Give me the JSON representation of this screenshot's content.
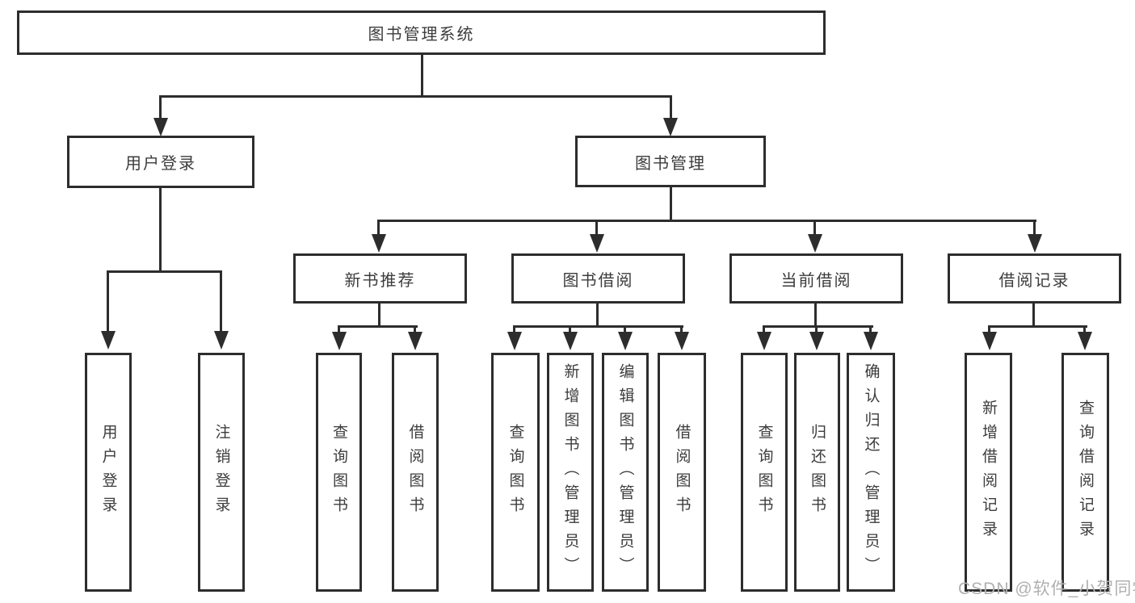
{
  "nodes": {
    "root": {
      "label": "图书管理系统"
    },
    "level2": [
      {
        "label": "用户登录",
        "parent": "图书管理系统"
      },
      {
        "label": "图书管理",
        "parent": "图书管理系统"
      }
    ],
    "level3": [
      {
        "label": "新书推荐",
        "parent": "图书管理"
      },
      {
        "label": "图书借阅",
        "parent": "图书管理"
      },
      {
        "label": "当前借阅",
        "parent": "图书管理"
      },
      {
        "label": "借阅记录",
        "parent": "图书管理"
      }
    ],
    "leaves": [
      {
        "label": "用户登录",
        "parent": "用户登录"
      },
      {
        "label": "注销登录",
        "parent": "用户登录"
      },
      {
        "label": "查询图书",
        "parent": "新书推荐"
      },
      {
        "label": "借阅图书",
        "parent": "新书推荐"
      },
      {
        "label": "查询图书",
        "parent": "图书借阅"
      },
      {
        "label": "新增图书（管理员）",
        "parent": "图书借阅"
      },
      {
        "label": "编辑图书（管理员）",
        "parent": "图书借阅"
      },
      {
        "label": "借阅图书",
        "parent": "图书借阅"
      },
      {
        "label": "查询图书",
        "parent": "当前借阅"
      },
      {
        "label": "归还图书",
        "parent": "当前借阅"
      },
      {
        "label": "确认归还（管理员）",
        "parent": "当前借阅"
      },
      {
        "label": "新增借阅记录",
        "parent": "借阅记录"
      },
      {
        "label": "查询借阅记录",
        "parent": "借阅记录"
      }
    ]
  },
  "watermark": {
    "text": "CSDN @软件_小贺同学"
  },
  "colors": {
    "line": "#2d2d2d",
    "text": "#3c3c3c",
    "box_background": "#ffffff",
    "watermark": "#b0b0b0",
    "page_background": "#ffffff"
  }
}
